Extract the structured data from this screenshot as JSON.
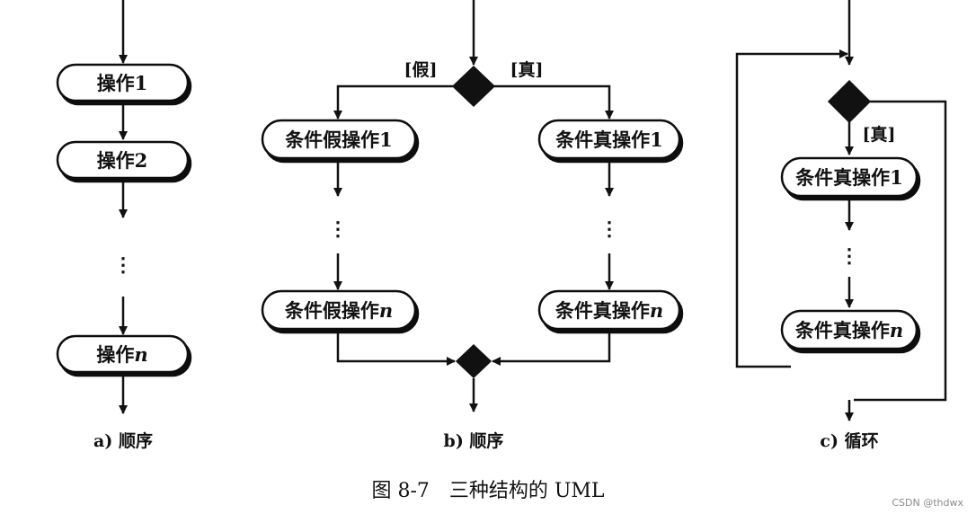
{
  "diagram": {
    "a": {
      "nodes": [
        {
          "text": "操作1",
          "suffix": ""
        },
        {
          "text": "操作2",
          "suffix": ""
        },
        {
          "text": "操作",
          "suffix": "n"
        }
      ],
      "ellipsis": "⋮",
      "caption": "a) 顺序"
    },
    "b": {
      "guard_false": "[假]",
      "guard_true": "[真]",
      "left_nodes": [
        {
          "text": "条件假操作1",
          "suffix": ""
        },
        {
          "text": "条件假操作",
          "suffix": "n"
        }
      ],
      "right_nodes": [
        {
          "text": "条件真操作1",
          "suffix": ""
        },
        {
          "text": "条件真操作",
          "suffix": "n"
        }
      ],
      "ellipsis": "⋮",
      "caption": "b) 顺序"
    },
    "c": {
      "guard_true": "[真]",
      "nodes": [
        {
          "text": "条件真操作1",
          "suffix": ""
        },
        {
          "text": "条件真操作",
          "suffix": "n"
        }
      ],
      "ellipsis": "⋮",
      "caption": "c) 循环"
    },
    "figure_caption": "图 8-7　三种结构的 UML"
  },
  "watermark": "CSDN @thdwx",
  "colors": {
    "stroke": "#111111",
    "fill": "#ffffff",
    "background": "#ffffff"
  }
}
